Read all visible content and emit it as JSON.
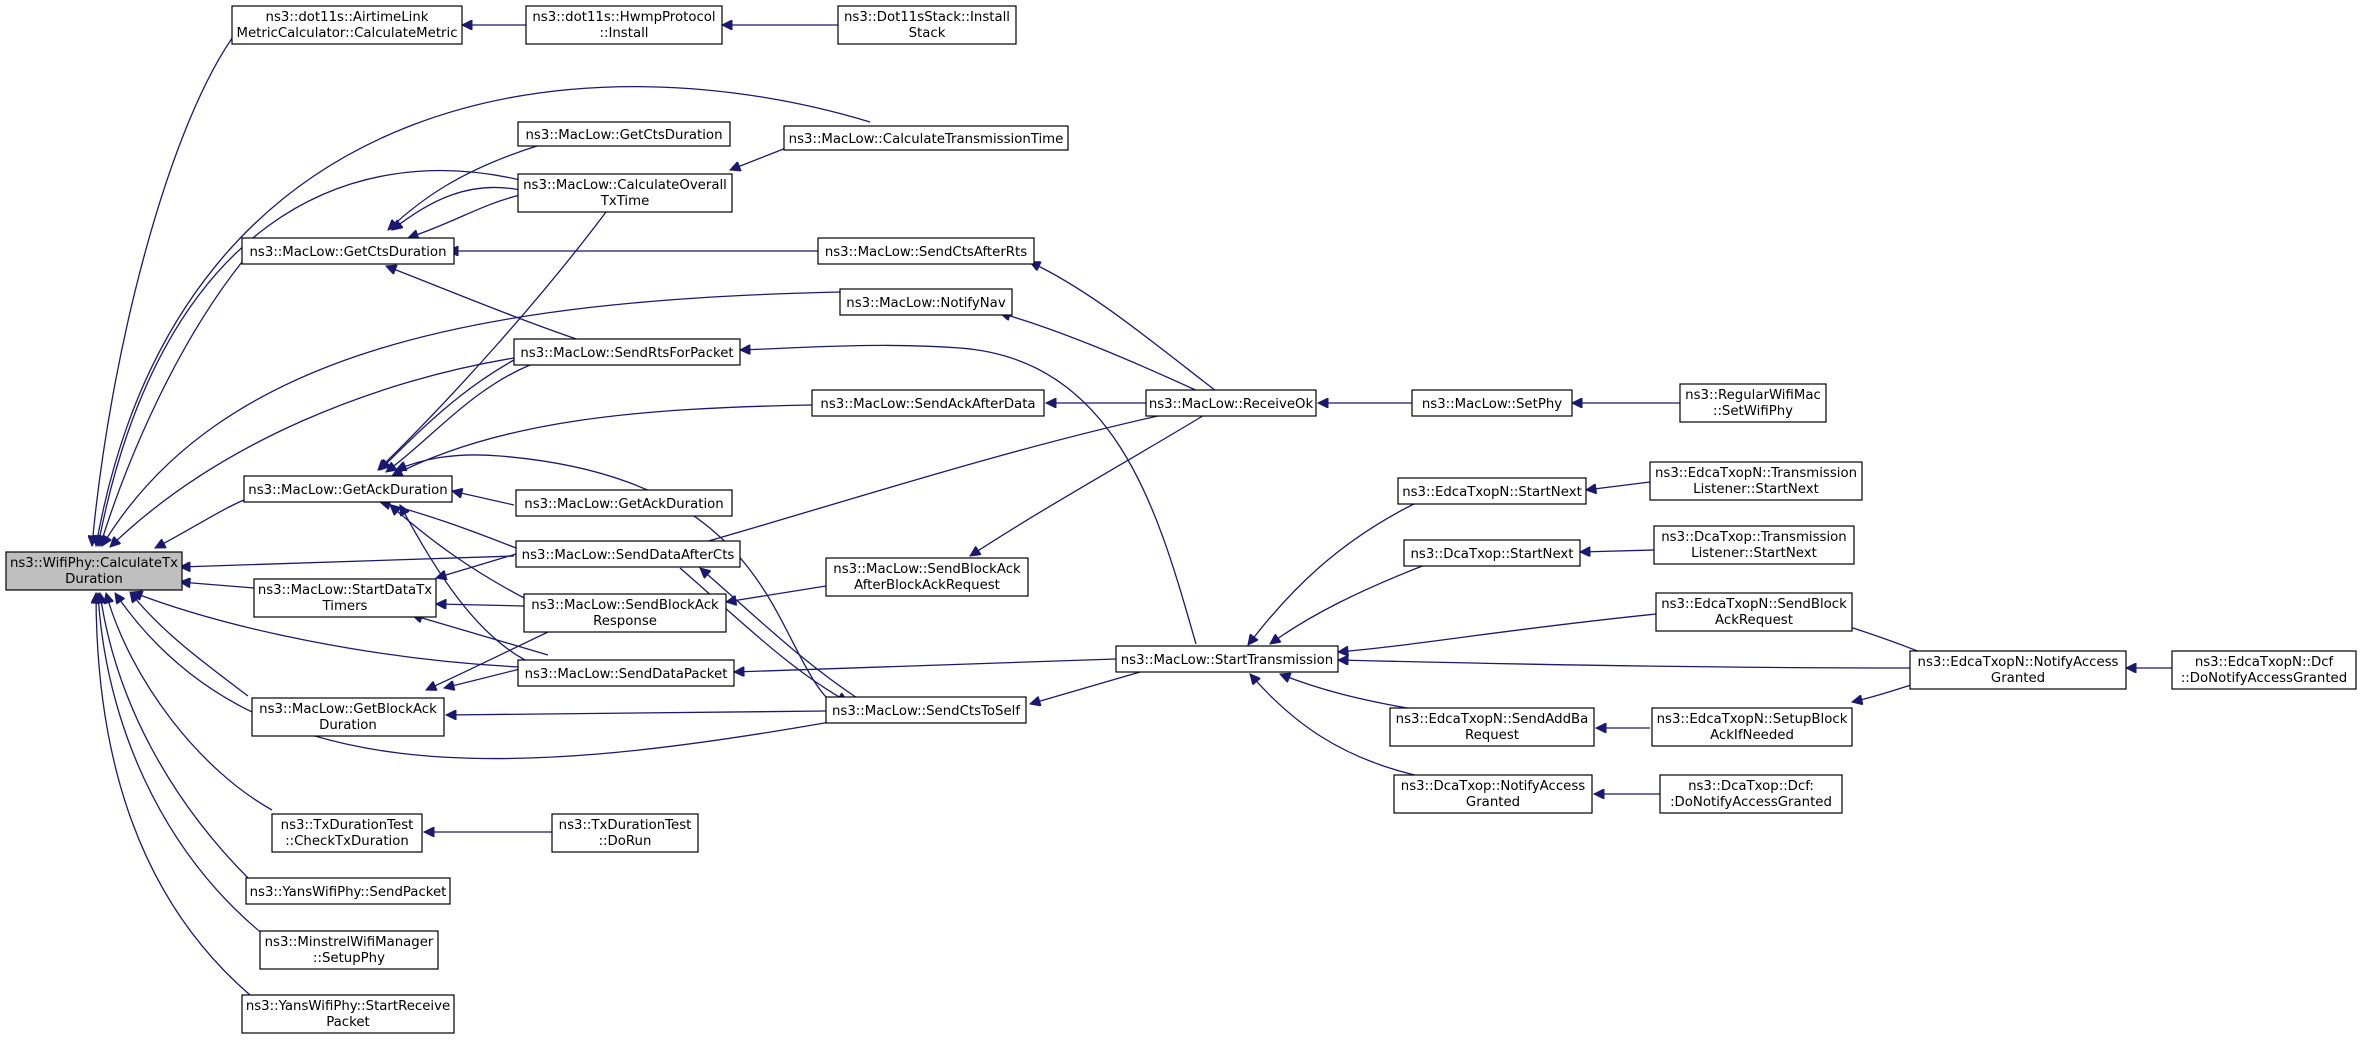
{
  "graph": {
    "colors": {
      "edge": "#191970",
      "node_border": "#000000",
      "root_fill": "#bfbfbf",
      "node_fill": "#ffffff"
    },
    "nodes": [
      {
        "id": "root",
        "lines": [
          "ns3::WifiPhy::CalculateTx",
          "Duration"
        ]
      },
      {
        "id": "airtime",
        "lines": [
          "ns3::dot11s::AirtimeLink",
          "MetricCalculator::CalculateMetric"
        ]
      },
      {
        "id": "hwmp",
        "lines": [
          "ns3::dot11s::HwmpProtocol",
          "::Install"
        ]
      },
      {
        "id": "dot11sstack",
        "lines": [
          "ns3::Dot11sStack::Install",
          "Stack"
        ]
      },
      {
        "id": "getcts_mid",
        "lines": [
          "ns3::MacLow::GetCtsDuration"
        ]
      },
      {
        "id": "calctranstime",
        "lines": [
          "ns3::MacLow::CalculateTransmissionTime"
        ]
      },
      {
        "id": "calcoverall",
        "lines": [
          "ns3::MacLow::CalculateOverall",
          "TxTime"
        ]
      },
      {
        "id": "getcts",
        "lines": [
          "ns3::MacLow::GetCtsDuration"
        ]
      },
      {
        "id": "sendctsafterrts",
        "lines": [
          "ns3::MacLow::SendCtsAfterRts"
        ]
      },
      {
        "id": "notifynav",
        "lines": [
          "ns3::MacLow::NotifyNav"
        ]
      },
      {
        "id": "sendrts",
        "lines": [
          "ns3::MacLow::SendRtsForPacket"
        ]
      },
      {
        "id": "sendackafterdata",
        "lines": [
          "ns3::MacLow::SendAckAfterData"
        ]
      },
      {
        "id": "receiveok",
        "lines": [
          "ns3::MacLow::ReceiveOk"
        ]
      },
      {
        "id": "setphy",
        "lines": [
          "ns3::MacLow::SetPhy"
        ]
      },
      {
        "id": "regularwifimac",
        "lines": [
          "ns3::RegularWifiMac",
          "::SetWifiPhy"
        ]
      },
      {
        "id": "getack",
        "lines": [
          "ns3::MacLow::GetAckDuration"
        ]
      },
      {
        "id": "getack_mid",
        "lines": [
          "ns3::MacLow::GetAckDuration"
        ]
      },
      {
        "id": "edcastartnext",
        "lines": [
          "ns3::EdcaTxopN::StartNext"
        ]
      },
      {
        "id": "edcatlstartnext",
        "lines": [
          "ns3::EdcaTxopN::Transmission",
          "Listener::StartNext"
        ]
      },
      {
        "id": "senddataafterctS",
        "lines": [
          "ns3::MacLow::SendDataAfterCts"
        ]
      },
      {
        "id": "dcastartnext",
        "lines": [
          "ns3::DcaTxop::StartNext"
        ]
      },
      {
        "id": "dcatlstartnext",
        "lines": [
          "ns3::DcaTxop::Transmission",
          "Listener::StartNext"
        ]
      },
      {
        "id": "startdatatx",
        "lines": [
          "ns3::MacLow::StartDataTx",
          "Timers"
        ]
      },
      {
        "id": "sendbaafterbar",
        "lines": [
          "ns3::MacLow::SendBlockAck",
          "AfterBlockAckRequest"
        ]
      },
      {
        "id": "sendbaresponse",
        "lines": [
          "ns3::MacLow::SendBlockAck",
          "Response"
        ]
      },
      {
        "id": "edcasendbar",
        "lines": [
          "ns3::EdcaTxopN::SendBlock",
          "AckRequest"
        ]
      },
      {
        "id": "starttransmission",
        "lines": [
          "ns3::MacLow::StartTransmission"
        ]
      },
      {
        "id": "edcanotifyaccess",
        "lines": [
          "ns3::EdcaTxopN::NotifyAccess",
          "Granted"
        ]
      },
      {
        "id": "edcadcfdonotify",
        "lines": [
          "ns3::EdcaTxopN::Dcf",
          "::DoNotifyAccessGranted"
        ]
      },
      {
        "id": "senddatapacket",
        "lines": [
          "ns3::MacLow::SendDataPacket"
        ]
      },
      {
        "id": "getblockack",
        "lines": [
          "ns3::MacLow::GetBlockAck",
          "Duration"
        ]
      },
      {
        "id": "sendctstoself",
        "lines": [
          "ns3::MacLow::SendCtsToSelf"
        ]
      },
      {
        "id": "edcasendaddba",
        "lines": [
          "ns3::EdcaTxopN::SendAddBa",
          "Request"
        ]
      },
      {
        "id": "edcasetupblockack",
        "lines": [
          "ns3::EdcaTxopN::SetupBlock",
          "AckIfNeeded"
        ]
      },
      {
        "id": "dcanotifyaccess",
        "lines": [
          "ns3::DcaTxop::NotifyAccess",
          "Granted"
        ]
      },
      {
        "id": "dcadcfdonotify",
        "lines": [
          "ns3::DcaTxop::Dcf:",
          ":DoNotifyAccessGranted"
        ]
      },
      {
        "id": "txdurationtestcheck",
        "lines": [
          "ns3::TxDurationTest",
          "::CheckTxDuration"
        ]
      },
      {
        "id": "txdurationtestdorun",
        "lines": [
          "ns3::TxDurationTest",
          "::DoRun"
        ]
      },
      {
        "id": "yanssendpacket",
        "lines": [
          "ns3::YansWifiPhy::SendPacket"
        ]
      },
      {
        "id": "minstrel",
        "lines": [
          "ns3::MinstrelWifiManager",
          "::SetupPhy"
        ]
      },
      {
        "id": "yansstartreceive",
        "lines": [
          "ns3::YansWifiPhy::StartReceive",
          "Packet"
        ]
      }
    ]
  }
}
